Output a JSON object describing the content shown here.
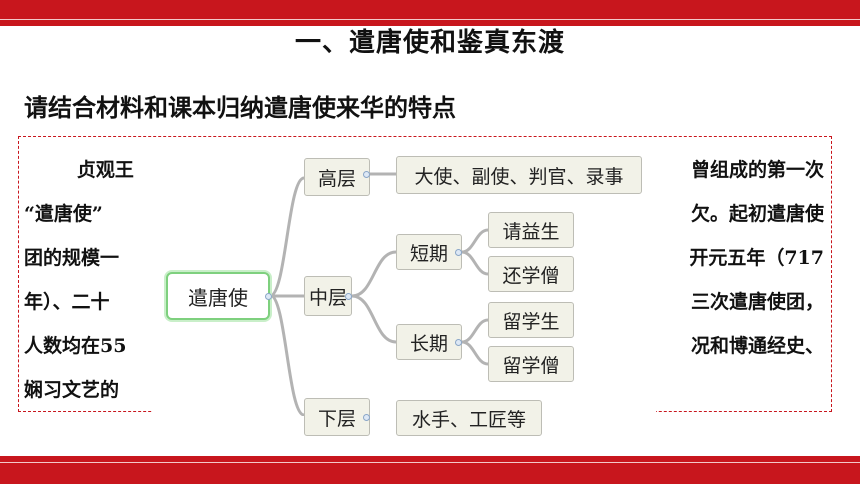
{
  "slide_title": "一、遣唐使和鉴真东渡",
  "subtitle": "请结合材料和课本归纳遣唐使来华的特点",
  "passage_left": [
    "        贞观王",
    "“遣唐使”",
    "团的规模一",
    "年）、二十",
    "人数均在55",
    "娴习文艺的"
  ],
  "passage_right": [
    "曾组成的第一次",
    "欠。起初遣唐使",
    "开元五年（717",
    "三次遣唐使团，",
    "况和博通经史、",
    ""
  ],
  "mindmap": {
    "root": "遣唐使",
    "upper": {
      "label": "高层",
      "members": "大使、副使、判官、录事"
    },
    "middle": {
      "label": "中层",
      "short_term": {
        "label": "短期",
        "members": [
          "请益生",
          "还学僧"
        ]
      },
      "long_term": {
        "label": "长期",
        "members": [
          "留学生",
          "留学僧"
        ]
      }
    },
    "lower": {
      "label": "下层",
      "members": "水手、工匠等"
    }
  },
  "colors": {
    "banner": "#c8161d",
    "node_fill": "#f2f2e8",
    "root_border": "#7ed07e",
    "connector": "#b3b3b3"
  }
}
